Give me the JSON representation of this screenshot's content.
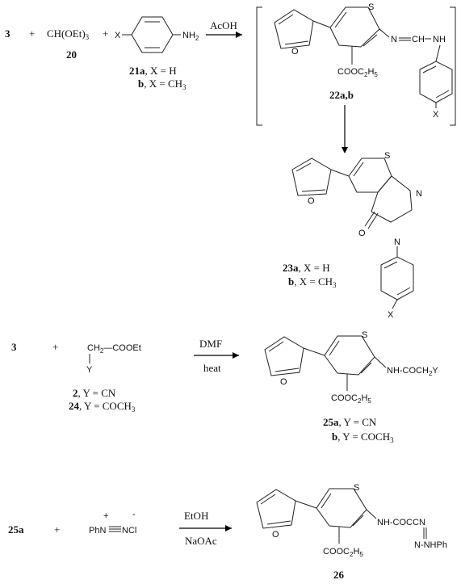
{
  "rxn1": {
    "reactant_3": "3",
    "plus_a": "+",
    "orthoformate": "CH(OEt)",
    "orthoformate_sub": "3",
    "orthoformate_num": "20",
    "plus_b": "+",
    "aniline_x": "X",
    "aniline_nh2": "NH",
    "aniline_nh2_sub": "2",
    "aniline_num": "21a",
    "aniline_a": ", X = H",
    "aniline_b_letter": "b",
    "aniline_b": ", X = CH",
    "aniline_b_sub": "3",
    "reagent": "AcOH"
  },
  "intermediate": {
    "label": "22a,b",
    "s": "S",
    "n": "N",
    "ch": "C",
    "ch_h": "H",
    "nh": "NH",
    "o": "O",
    "ester": "COOC",
    "ester_sub1": "2",
    "ester_h": "H",
    "ester_sub2": "5",
    "x": "X"
  },
  "product23": {
    "s": "S",
    "n1": "N",
    "n3": "N",
    "o_furan": "O",
    "o_carbonyl": "O",
    "x": "X",
    "label_a": "23a",
    "label_a_text": ", X = H",
    "label_b": "b",
    "label_b_text": ", X = CH",
    "label_b_sub": "3"
  },
  "rxn2": {
    "reactant_3": "3",
    "plus": "+",
    "ch2": "CH",
    "ch2_sub": "2",
    "cooet": "—COOEt",
    "y": "Y",
    "num_2": "2",
    "num_2_text": ",   Y = CN",
    "num_24": "24",
    "num_24_text": ", Y = COCH",
    "num_24_sub": "3",
    "reagent_top": "DMF",
    "reagent_bottom": "heat"
  },
  "product25": {
    "s": "S",
    "o": "O",
    "side": "NH-COCH",
    "side_sub": "2",
    "side_y": "Y",
    "ester": "COOC",
    "ester_sub1": "2",
    "ester_h": "H",
    "ester_sub2": "5",
    "label_a": "25a",
    "label_a_text": ",  Y = CN",
    "label_b": "b",
    "label_b_text": ",  Y = COCH",
    "label_b_sub": "3"
  },
  "rxn3": {
    "reactant": "25a",
    "plus": "+",
    "charge_plus": "+",
    "charge_minus": "-",
    "diazonium": "PhN",
    "diazonium_cl": "NCl",
    "reagent_top": "EtOH",
    "reagent_bottom": "NaOAc"
  },
  "product26": {
    "s": "S",
    "o": "O",
    "side": "NH-COCCN",
    "hydrazone": "N-NHPh",
    "ester": "COOC",
    "ester_sub1": "2",
    "ester_h": "H",
    "ester_sub2": "5",
    "label": "26"
  }
}
